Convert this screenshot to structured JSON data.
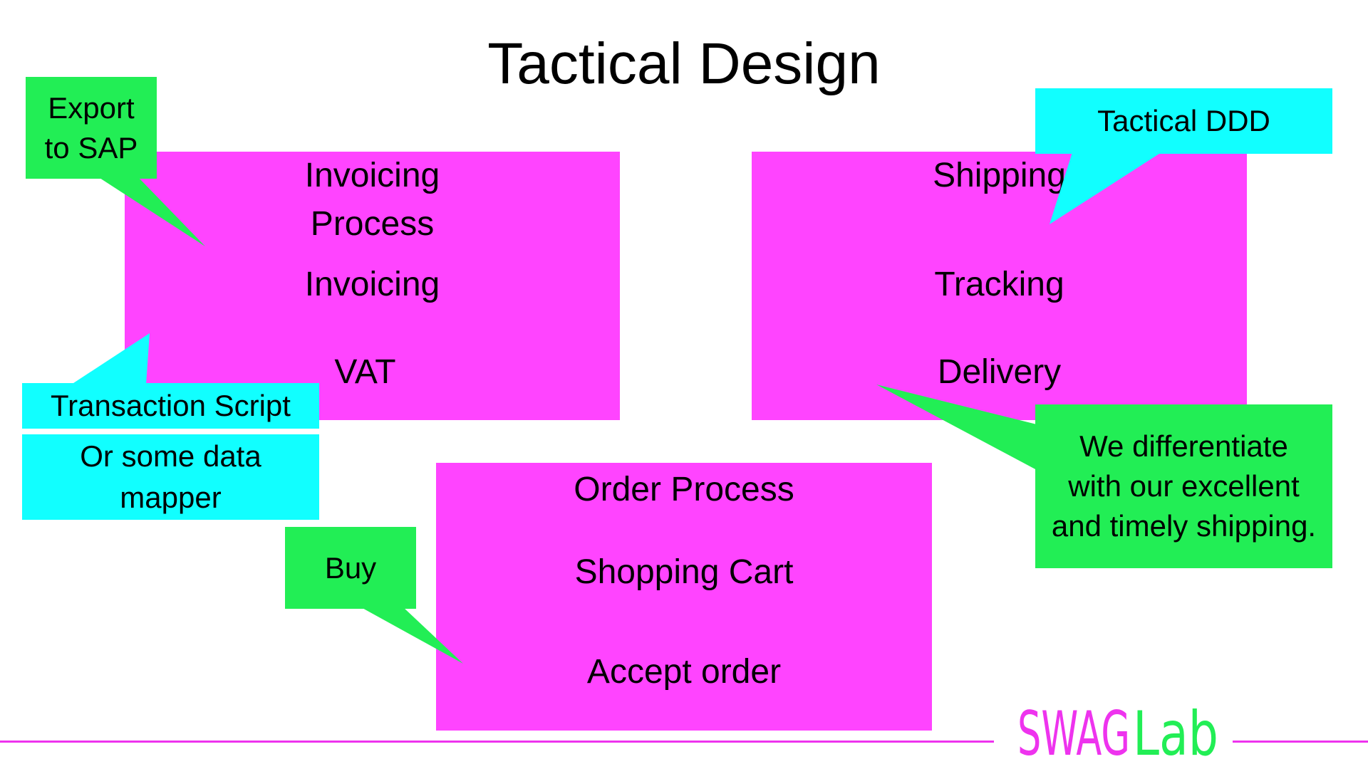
{
  "slide": {
    "title": "Tactical Design"
  },
  "invoicing_box": {
    "heading": "Invoicing\nProcess",
    "item1": "Invoicing",
    "item2": "VAT"
  },
  "shipping_box": {
    "heading": "Shipping",
    "item1": "Tracking",
    "item2": "Delivery"
  },
  "order_box": {
    "heading": "Order Process",
    "item1": "Shopping Cart",
    "item2": "Accept order"
  },
  "callouts": {
    "export_to_sap": "Export\nto SAP",
    "transaction_script": "Transaction Script",
    "data_mapper": "Or some data\nmapper",
    "buy": "Buy",
    "tactical_ddd": "Tactical DDD",
    "differentiate": "We differentiate\nwith our excellent\nand timely shipping."
  },
  "logo": {
    "part1": "SWAG",
    "part2": "Lab",
    "color_swag": "#ee33ee",
    "color_lab": "#22ee55"
  },
  "colors": {
    "box": "#ff44ff",
    "green_callout": "#22ee55",
    "cyan_callout": "#11ffff",
    "rule": "#ee33ee"
  }
}
